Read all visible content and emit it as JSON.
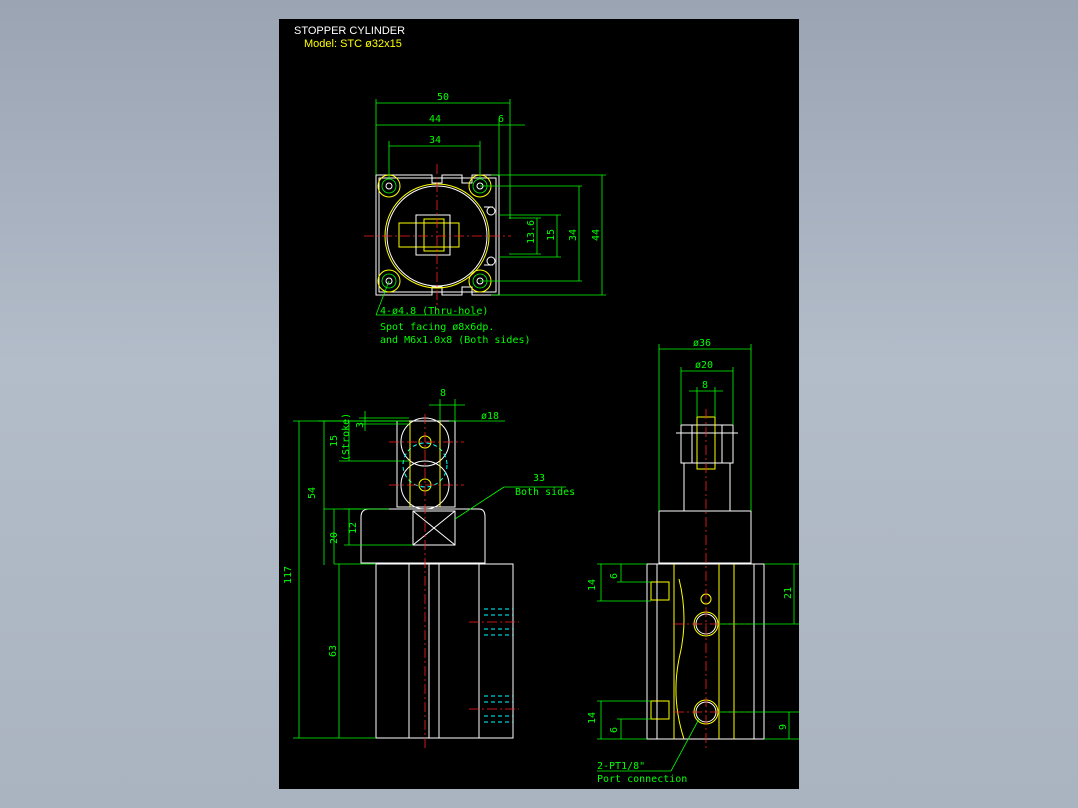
{
  "title": "STOPPER CYLINDER",
  "model": "Model: STC ø32x15",
  "note_holes": {
    "line1": "4-ø4.8 (Thru-hole)",
    "line2": "Spot facing ø8x6dp.",
    "line3": "and M6x1.0x8 (Both sides)"
  },
  "note_ports": {
    "line1": "2-PT1/8\"",
    "line2": "Port connection"
  },
  "dims_top": {
    "d50": "50",
    "d44": "44",
    "d6": "6",
    "d34": "34",
    "v13_6": "13.6",
    "v15": "15",
    "v34": "34",
    "v44": "44"
  },
  "dims_side": {
    "d8": "8",
    "phi18": "ø18",
    "d33": "33",
    "both_sides": "Both sides",
    "d3": "3",
    "d15": "15",
    "stroke": "(Stroke)",
    "d54": "54",
    "d12": "12",
    "d20": "20",
    "d117": "117",
    "d63": "63"
  },
  "dims_right": {
    "phi36": "ø36",
    "phi20": "ø20",
    "d8": "8",
    "d6a": "6",
    "d14a": "14",
    "d21": "21",
    "d6b": "6",
    "d14b": "14",
    "d9": "9"
  },
  "colors": {
    "background": "#000000",
    "dimension": "#00ff00",
    "outline": "#ffffff",
    "hidden": "#ffff00",
    "center": "#ff2020",
    "port": "#00ffff"
  }
}
